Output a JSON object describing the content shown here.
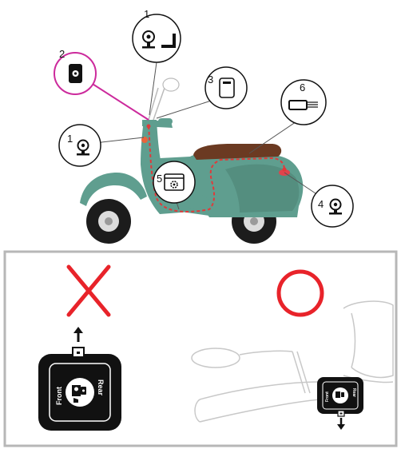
{
  "colors": {
    "scooter_body": "#5f9e8f",
    "scooter_shadow": "#4a8173",
    "seat": "#6b3a22",
    "wiring": "#e03a3a",
    "highlight_circle": "#cc2a9c",
    "panel_border": "#b7b7b7",
    "wrong_mark": "#e8232a",
    "right_mark": "#e8232a"
  },
  "callouts": [
    {
      "number": "1",
      "icon": "camera-on-mount-icon"
    },
    {
      "number": "2",
      "icon": "controller-module-icon"
    },
    {
      "number": "3",
      "icon": "display-unit-icon"
    },
    {
      "number": "1",
      "icon": "camera-on-mount-icon"
    },
    {
      "number": "6",
      "icon": "cable-connector-icon"
    },
    {
      "number": "5",
      "icon": "settings-box-icon"
    },
    {
      "number": "4",
      "icon": "camera-on-mount-icon"
    }
  ],
  "orientation": {
    "wrong": {
      "mark": "cross-icon",
      "front_label": "Front",
      "rear_label": "Rear"
    },
    "right": {
      "mark": "circle-icon",
      "front_label": "Front",
      "rear_label": "Rear"
    }
  }
}
